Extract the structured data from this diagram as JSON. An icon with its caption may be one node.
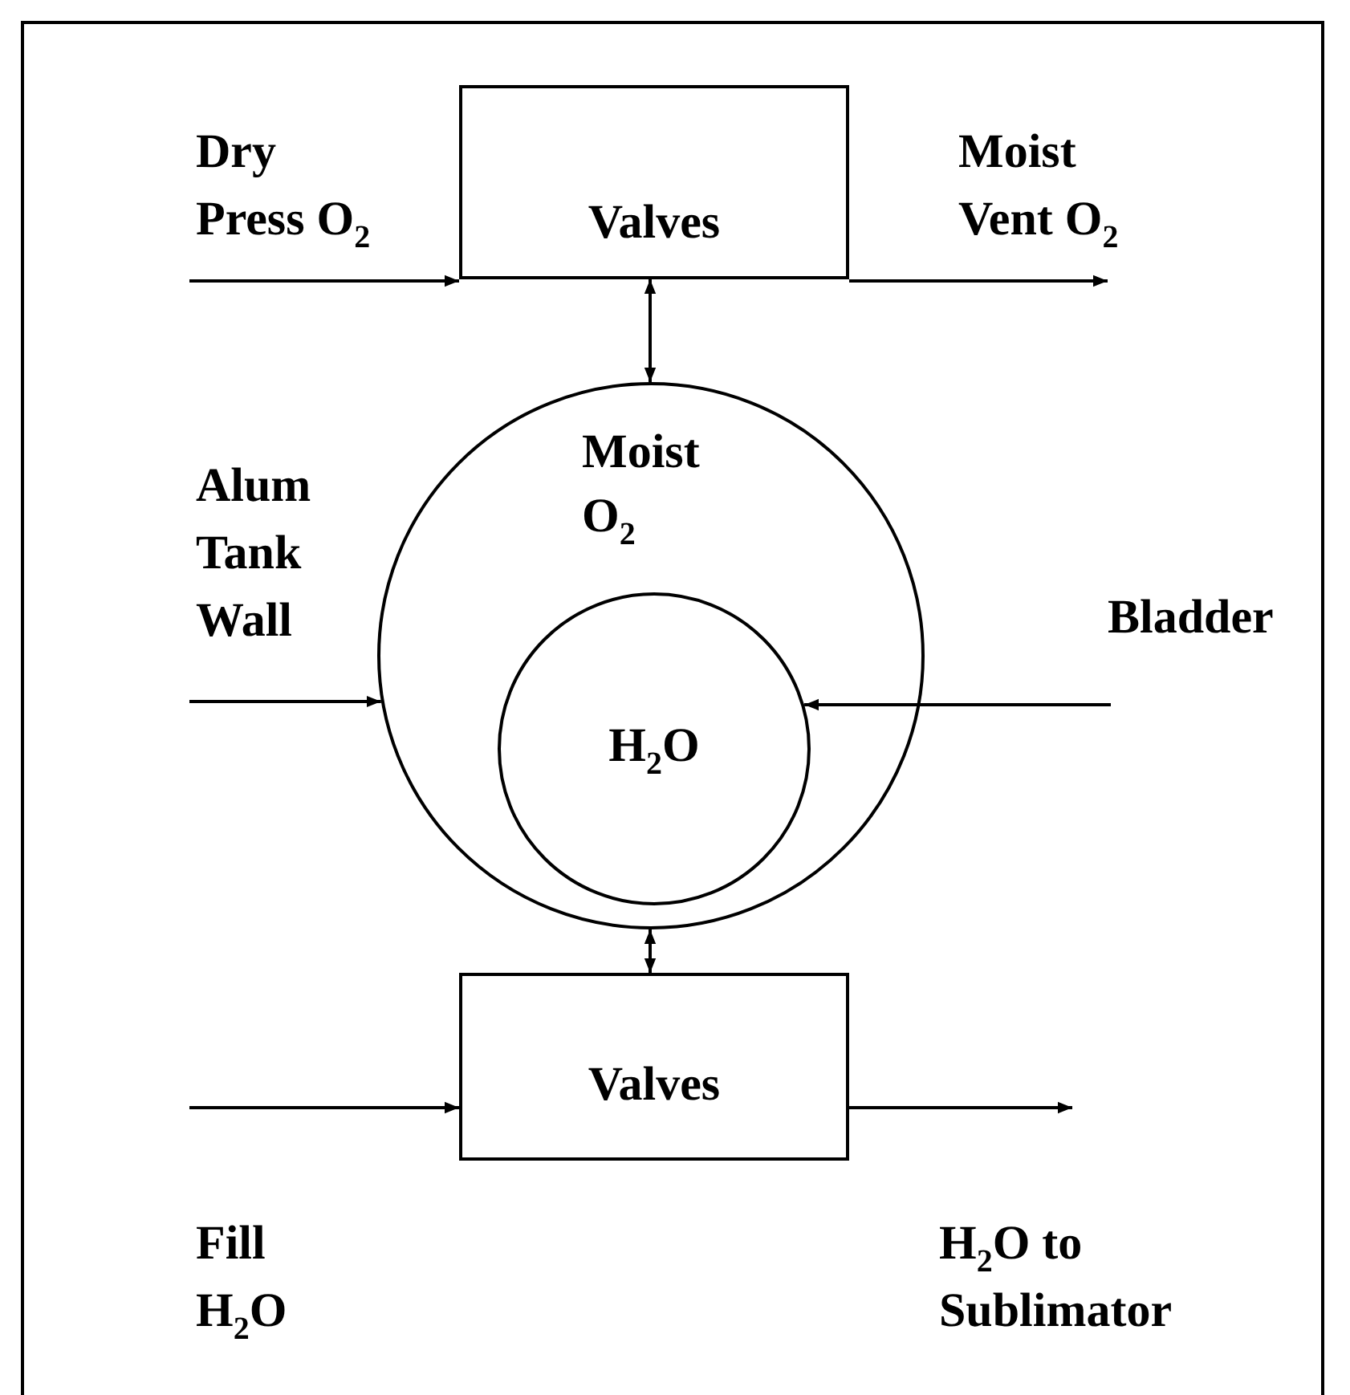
{
  "diagram": {
    "nodes": [
      {
        "text": [
          "Valves"
        ]
      },
      {
        "text": [
          "Moist O$_{2}$"
        ]
      },
      {
        "text": [
          "H$_{2}$O"
        ],
        "in": 1
      },
      {
        "text": [
          "Valves"
        ]
      }
    ],
    "edges": [
      {
        "from": null,
        "to": 0,
        "arrow": "to"
      },
      {
        "from": 0,
        "to": null,
        "arrow": "to"
      },
      {
        "from": 0,
        "to": 1,
        "arrow": "both"
      },
      {
        "from": null,
        "to": 1,
        "arrow": "to"
      },
      {
        "from": null,
        "to": 2,
        "arrow": "to"
      },
      {
        "from": 1,
        "to": 3,
        "arrow": "both"
      },
      {
        "from": null,
        "to": 3,
        "arrow": "to"
      },
      {
        "from": 3,
        "to": null,
        "arrow": "to"
      }
    ],
    "labels": [
      "Dry Press O$_{2}$",
      "Moist Vent O$_{2}$",
      "Alum Tank Wall",
      "Bladder",
      "Fill H$_{2}$O",
      "H$_{2}$O to Sublimator"
    ]
  }
}
